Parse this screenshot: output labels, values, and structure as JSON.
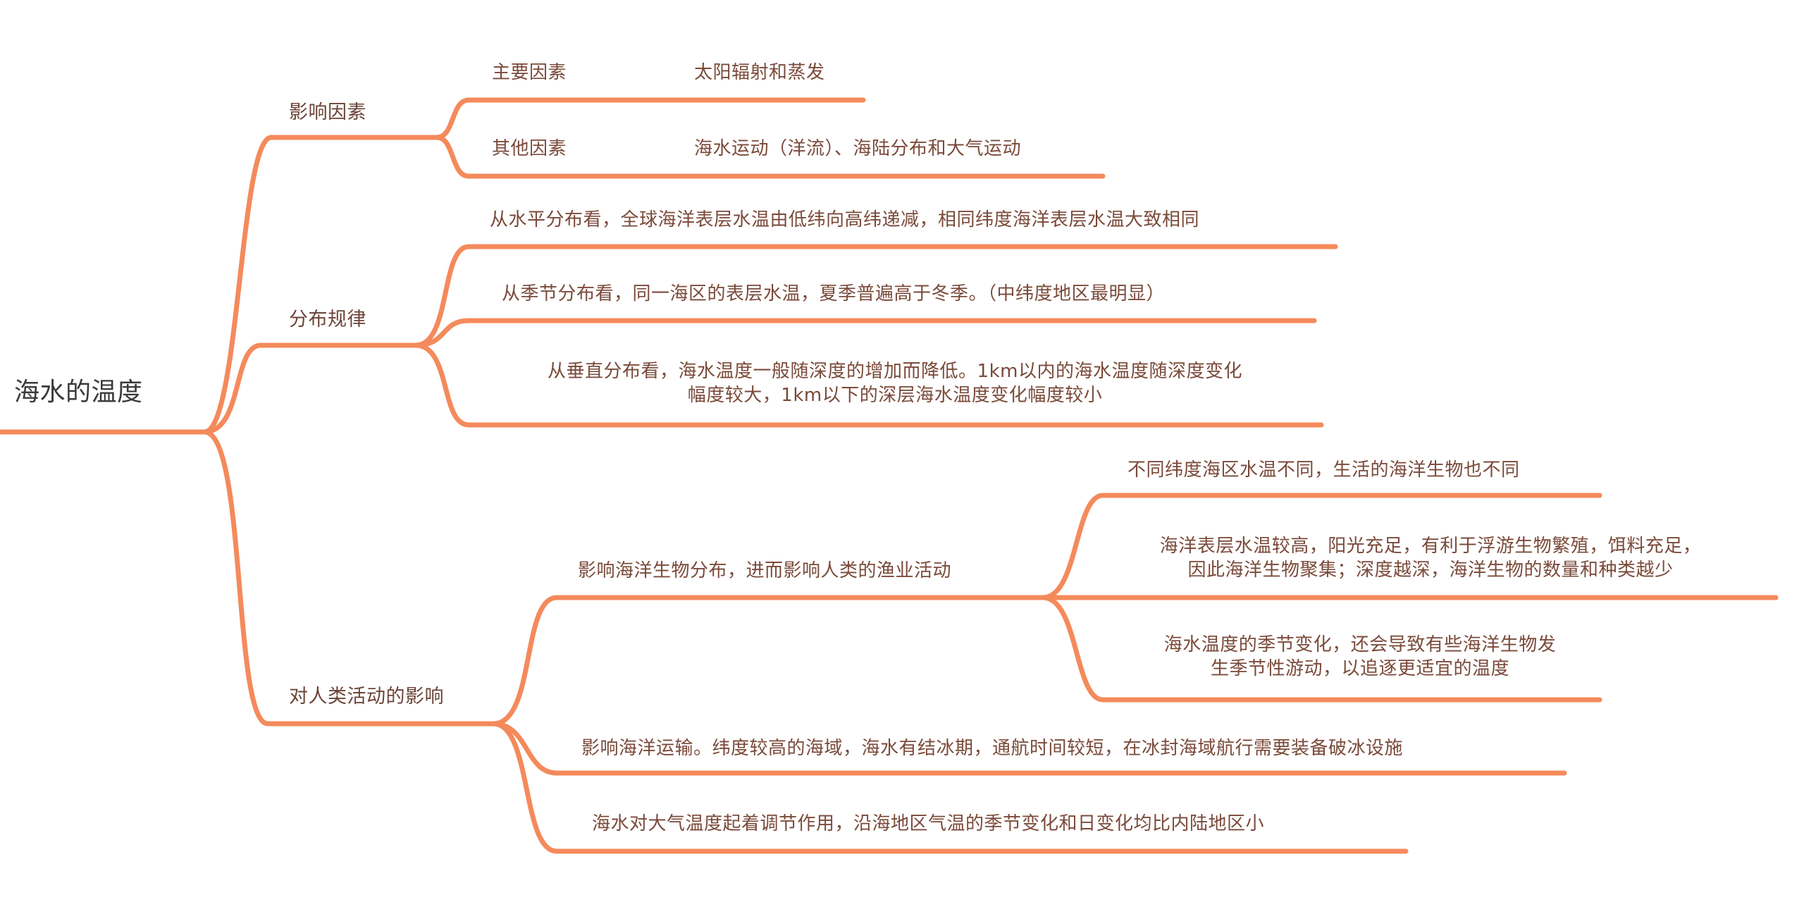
{
  "diagram": {
    "type": "mind-map",
    "line_color": "#f48a5c",
    "text_color": "#7a4a3a",
    "root": {
      "label": "海水的温度"
    },
    "branches": [
      {
        "label": "影响因素",
        "children": [
          {
            "label": "主要因素",
            "value": "太阳辐射和蒸发"
          },
          {
            "label": "其他因素",
            "value": "海水运动（洋流）、海陆分布和大气运动"
          }
        ]
      },
      {
        "label": "分布规律",
        "children": [
          {
            "text": "从水平分布看，全球海洋表层水温由低纬向高纬递减，相同纬度海洋表层水温大致相同"
          },
          {
            "text": "从季节分布看，同一海区的表层水温，夏季普遍高于冬季。（中纬度地区最明显）"
          },
          {
            "line1": "从垂直分布看，海水温度一般随深度的增加而降低。1km以内的海水温度随深度变化",
            "line2": "幅度较大，1km以下的深层海水温度变化幅度较小"
          }
        ]
      },
      {
        "label": "对人类活动的影响",
        "children": [
          {
            "text": "影响海洋生物分布，进而影响人类的渔业活动",
            "children": [
              {
                "text": "不同纬度海区水温不同，生活的海洋生物也不同"
              },
              {
                "line1": "海洋表层水温较高，阳光充足，有利于浮游生物繁殖，饵料充足，",
                "line2": "因此海洋生物聚集；深度越深，海洋生物的数量和种类越少"
              },
              {
                "line1": "海水温度的季节变化，还会导致有些海洋生物发",
                "line2": "生季节性游动，以追逐更适宜的温度"
              }
            ]
          },
          {
            "text": "影响海洋运输。纬度较高的海域，海水有结冰期，通航时间较短，在冰封海域航行需要装备破冰设施"
          },
          {
            "text": "海水对大气温度起着调节作用，沿海地区气温的季节变化和日变化均比内陆地区小"
          }
        ]
      }
    ]
  }
}
